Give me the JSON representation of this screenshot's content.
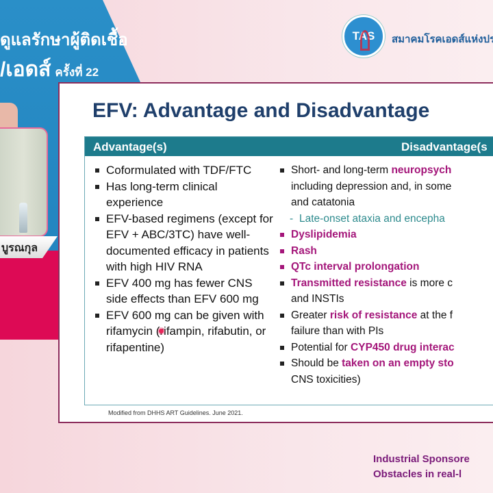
{
  "event": {
    "title_line1": "ดูแลรักษาผู้ติดเชื้อ",
    "title_line2": "ี/เอดส์",
    "edition": "ครั้งที่ 22"
  },
  "speaker": {
    "name": "บูรณกุล"
  },
  "organization": {
    "logo_text": "TAS",
    "name": "สมาคมโรคเอดส์แห่งประ"
  },
  "slide": {
    "title": "EFV: Advantage and Disadvantage",
    "headers": {
      "advantages": "Advantage(s)",
      "disadvantages": "Disadvantage(s"
    },
    "advantages": [
      "Coformulated with TDF/FTC",
      "Has long-term clinical experience",
      "EFV-based regimens (except for EFV + ABC/3TC) have well-documented efficacy in patients with high HIV RNA",
      "EFV 400 mg has fewer CNS side effects than EFV 600 mg",
      "EFV 600 mg can be given with rifamycin (rifampin, rifabutin, or rifapentine)"
    ],
    "disadvantages": {
      "d1_pre": "Short- and long-term ",
      "d1_em": "neuropsych",
      "d1_line2": "including depression and, in some",
      "d1_line3": "and catatonia",
      "d1_sub": "Late-onset ataxia and encepha",
      "d2": "Dyslipidemia",
      "d3": "Rash",
      "d4": "QTc interval prolongation",
      "d5_em": "Transmitted resistance",
      "d5_post": " is more c",
      "d5_line2": "and INSTIs",
      "d6_pre": "Greater ",
      "d6_em": "risk of resistance",
      "d6_post": " at the f",
      "d6_line2": "failure than with PIs",
      "d7_pre": "Potential for ",
      "d7_em": "CYP450 drug interac",
      "d8_pre": "Should be ",
      "d8_em": "taken on an empty sto",
      "d8_line2": "CNS toxicities)"
    },
    "footnote": "Modified from DHHS ART Guidelines. June 2021."
  },
  "session": {
    "line1": "Industrial Sponsore",
    "line2": "Obstacles in real-l"
  }
}
